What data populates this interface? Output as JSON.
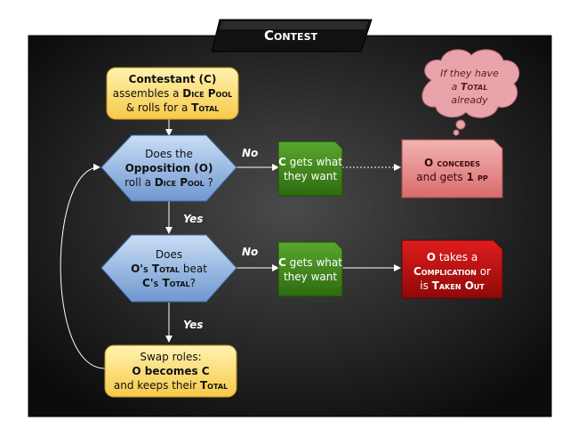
{
  "title": "Contest",
  "nodes": {
    "start": {
      "l1_b": "Contestant (C)",
      "l2_a": "assembles a ",
      "l2_b": "Dice Pool",
      "l3_a": "& rolls for a ",
      "l3_b": "Total"
    },
    "q1": {
      "l1": "Does the",
      "l2_b": "Opposition (O)",
      "l3_a": "roll a ",
      "l3_b": "Dice Pool",
      "l3_c": " ?"
    },
    "win1": {
      "l1_b": "C",
      "l1_a": " gets what",
      "l2": "they want"
    },
    "concede": {
      "l1_a": "O ",
      "l1_b": "concedes",
      "l2_a": "and gets ",
      "l2_b": "1 pp"
    },
    "cloud": {
      "l1": "If they have",
      "l2_a": "a ",
      "l2_b": "Total",
      "l3": "already"
    },
    "q2": {
      "l1": "Does",
      "l2_b": "O's Total",
      "l2_a": " beat",
      "l3_b": "C's Total",
      "l3_a": "?"
    },
    "win2": {
      "l1_b": "C",
      "l1_a": " gets what",
      "l2": "they want"
    },
    "comp": {
      "l1_b": "O",
      "l1_a": " takes a",
      "l2_b": "Complication",
      "l2_a": " or",
      "l3_a": "is ",
      "l3_b": "Taken Out"
    },
    "swap": {
      "l1": "Swap roles:",
      "l2": "O becomes C",
      "l3_a": "and keeps their ",
      "l3_b": "Total"
    }
  },
  "edges": {
    "no1": "No",
    "yes1": "Yes",
    "no2": "No",
    "yes2": "Yes"
  },
  "colors": {
    "background": "#1a1a1a",
    "start_fill": "#ffe27a",
    "decision_fill": "#8fb4e0",
    "win_fill": "#3f8a1c",
    "concede_fill": "#e58c8c",
    "comp_fill": "#b31010",
    "cloud_fill": "#e9a3aa"
  }
}
